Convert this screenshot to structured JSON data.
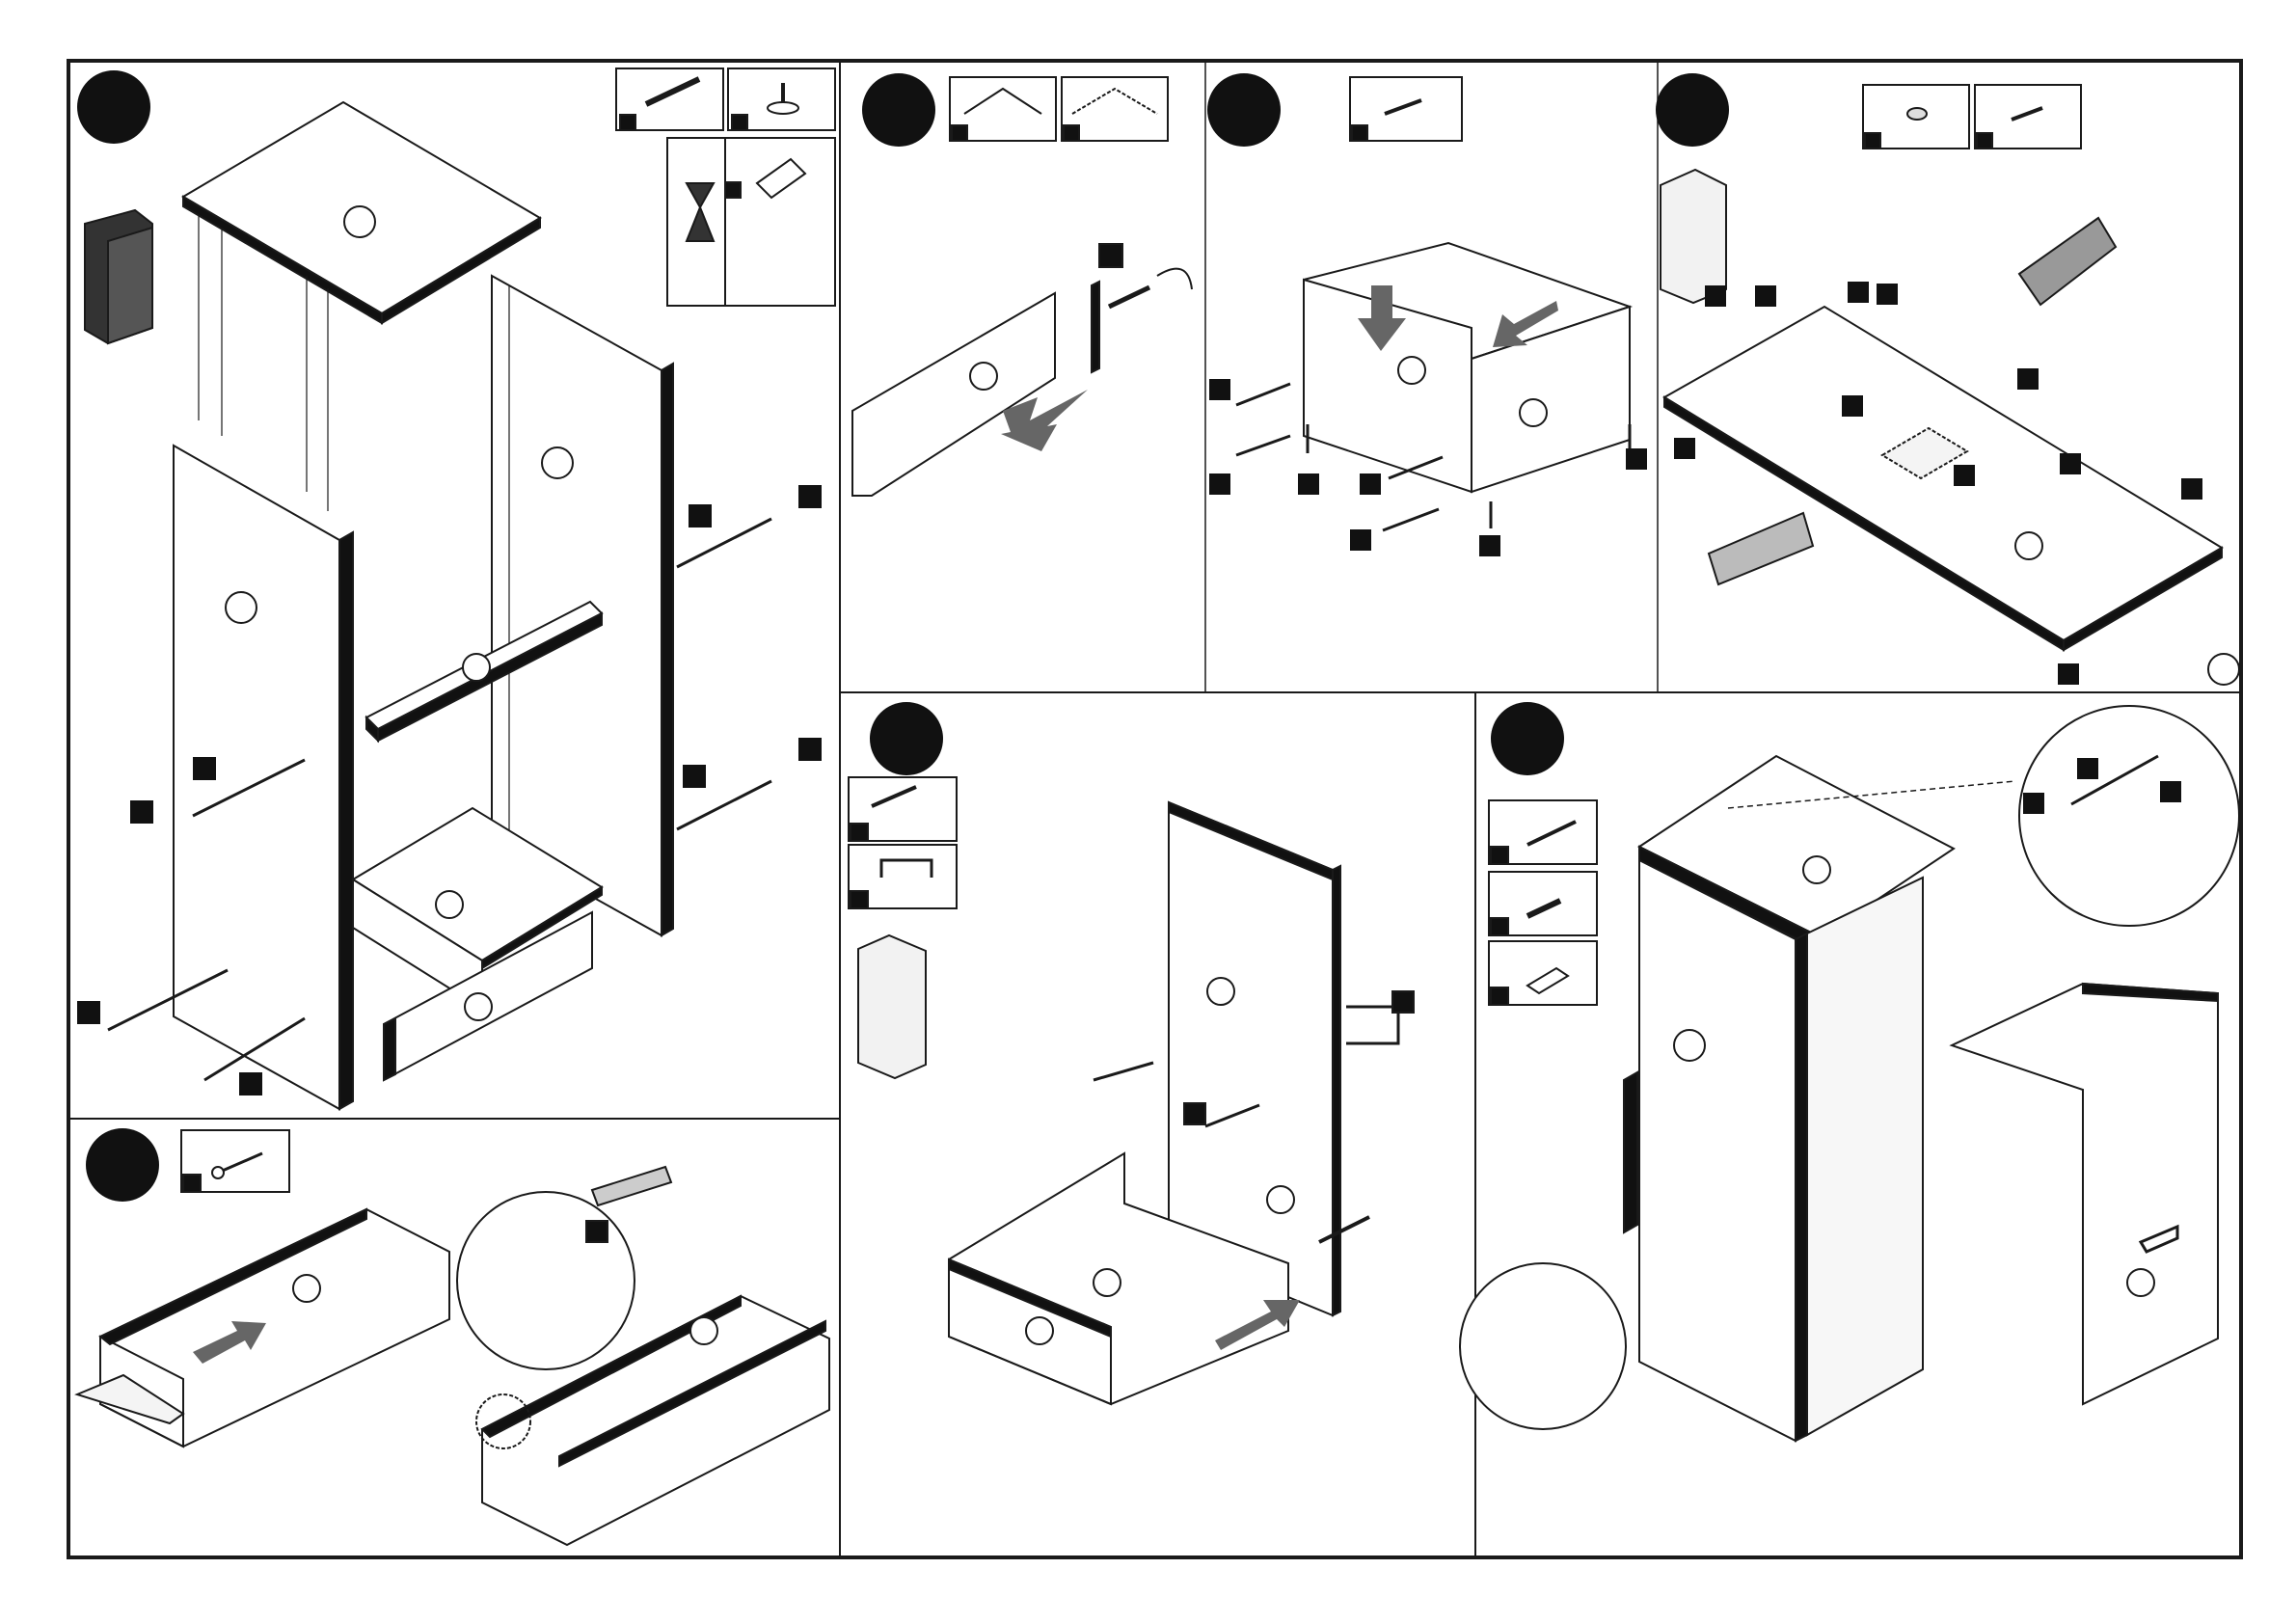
{
  "document": {
    "type": "assembly-instructions",
    "title": "",
    "footer_text": "",
    "colors": {
      "line": "#1a1a1a",
      "panel_edge": "#111111",
      "arrow": "#666666",
      "background": "#ffffff"
    }
  },
  "steps": [
    {
      "id": "A",
      "label": "",
      "parts": [
        "dowel-screw",
        "leveling-foot",
        "glue-bottle",
        "hourglass"
      ]
    },
    {
      "id": "B",
      "label": "",
      "parts": [
        "drawer-rail-left",
        "drawer-rail-right"
      ]
    },
    {
      "id": "C",
      "label": "",
      "parts": [
        "short-screw"
      ]
    },
    {
      "id": "D",
      "label": "",
      "parts": [
        "furniture-glide",
        "screw"
      ]
    },
    {
      "id": "E",
      "label": "",
      "parts": [
        "nail"
      ]
    },
    {
      "id": "F",
      "label": "",
      "parts": [
        "long-screw",
        "handle"
      ]
    },
    {
      "id": "G",
      "label": "",
      "parts": [
        "screw",
        "wall-plug",
        "wall-bracket"
      ]
    }
  ]
}
